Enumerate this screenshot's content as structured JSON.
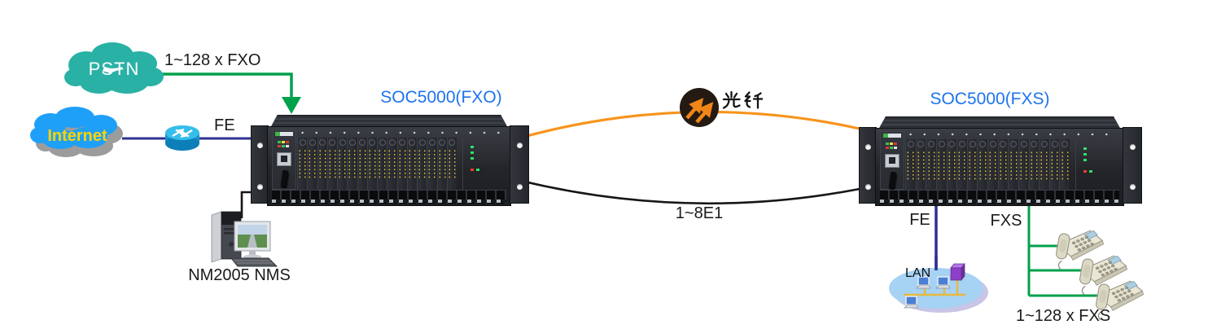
{
  "diagram": {
    "title_left": "SOC5000(FXO)",
    "title_right": "SOC5000(FXS)",
    "labels": {
      "pstn": "PSTN",
      "internet": "Internet",
      "fxo_trunk": "1~128 x FXO",
      "fe_left": "FE",
      "fiber": "光纤",
      "e1_link": "1~8E1",
      "nms": "NM2005 NMS",
      "fe_right": "FE",
      "lan": "LAN",
      "fxs_port": "FXS",
      "fxs_subscribers": "1~128 x FXS"
    },
    "colors": {
      "fiber_line": "#F7941D",
      "ethernet_line": "#2E3192",
      "analog_line": "#00A14B",
      "e1_line": "#161616",
      "device_title": "#1C73EE",
      "pstn_cloud": "#2AB1A5",
      "internet_cloud": "#1FA0F8",
      "lan_ellipse": "#A6D2F3"
    }
  }
}
